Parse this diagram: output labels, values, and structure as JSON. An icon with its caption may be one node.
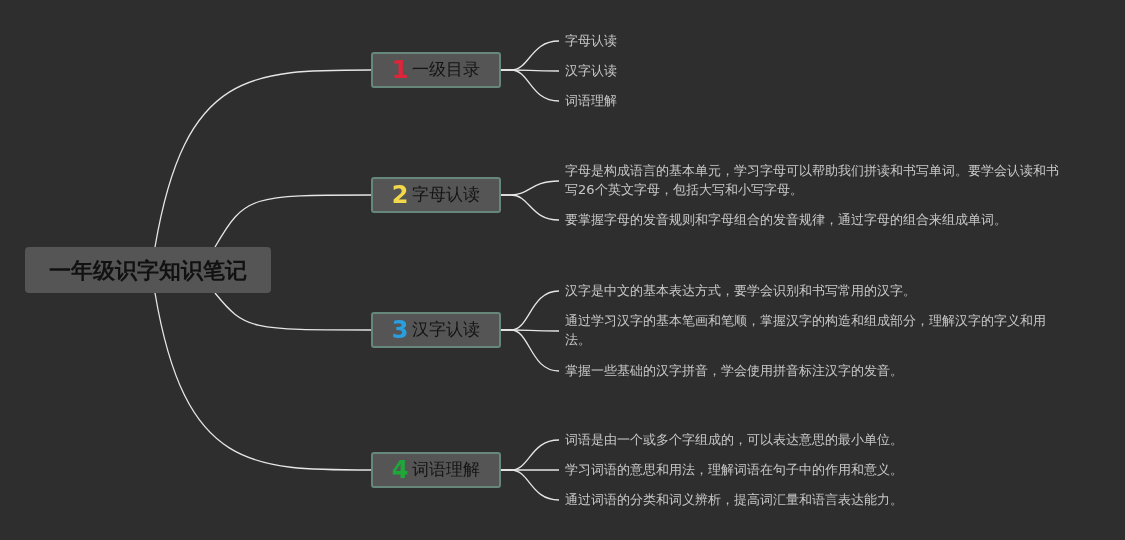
{
  "diagram": {
    "nodes": [
      {
        "text": [
          "一年级识字知识笔记"
        ]
      },
      {
        "text": [
          "1",
          "一级目录"
        ]
      },
      {
        "text": [
          "字母认读"
        ]
      },
      {
        "text": [
          "汉字认读"
        ]
      },
      {
        "text": [
          "词语理解"
        ]
      },
      {
        "text": [
          "2",
          "字母认读"
        ]
      },
      {
        "text": [
          "字母是构成语言的基本单元，学习字母可以帮助我们拼读和书写单词。要学会认读和书写26个英文字母，包括大写和小写字母。"
        ]
      },
      {
        "text": [
          "要掌握字母的发音规则和字母组合的发音规律，通过字母的组合来组成单词。"
        ]
      },
      {
        "text": [
          "3",
          "汉字认读"
        ]
      },
      {
        "text": [
          "汉字是中文的基本表达方式，要学会识别和书写常用的汉字。"
        ]
      },
      {
        "text": [
          "通过学习汉字的基本笔画和笔顺，掌握汉字的构造和组成部分，理解汉字的字义和用法。"
        ]
      },
      {
        "text": [
          "掌握一些基础的汉字拼音，学会使用拼音标注汉字的发音。"
        ]
      },
      {
        "text": [
          "4",
          "词语理解"
        ]
      },
      {
        "text": [
          "词语是由一个或多个字组成的，可以表达意思的最小单位。"
        ]
      },
      {
        "text": [
          "学习词语的意思和用法，理解词语在句子中的作用和意义。"
        ]
      },
      {
        "text": [
          "通过词语的分类和词义辨析，提高词汇量和语言表达能力。"
        ]
      }
    ],
    "edges": [
      {
        "from": 0,
        "to": 1,
        "arrow": "none"
      },
      {
        "from": 1,
        "to": 2,
        "arrow": "none"
      },
      {
        "from": 1,
        "to": 3,
        "arrow": "none"
      },
      {
        "from": 1,
        "to": 4,
        "arrow": "none"
      },
      {
        "from": 0,
        "to": 5,
        "arrow": "none"
      },
      {
        "from": 5,
        "to": 6,
        "arrow": "none"
      },
      {
        "from": 5,
        "to": 7,
        "arrow": "none"
      },
      {
        "from": 0,
        "to": 8,
        "arrow": "none"
      },
      {
        "from": 8,
        "to": 9,
        "arrow": "none"
      },
      {
        "from": 8,
        "to": 10,
        "arrow": "none"
      },
      {
        "from": 8,
        "to": 11,
        "arrow": "none"
      },
      {
        "from": 0,
        "to": 12,
        "arrow": "none"
      },
      {
        "from": 12,
        "to": 13,
        "arrow": "none"
      },
      {
        "from": 12,
        "to": 14,
        "arrow": "none"
      },
      {
        "from": 12,
        "to": 15,
        "arrow": "none"
      }
    ]
  }
}
